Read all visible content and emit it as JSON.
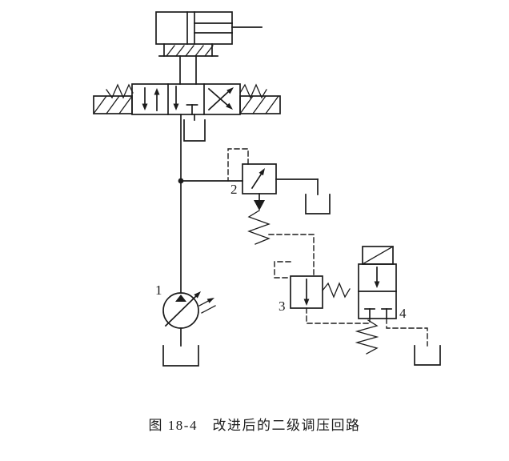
{
  "figure": {
    "caption": "图 18-4　改进后的二级调压回路",
    "labels": {
      "pump": "1",
      "relief_valve": "2",
      "remote_valve": "3",
      "pilot_valve": "4"
    }
  },
  "colors": {
    "ink": "#1c1c1c",
    "background": "#ffffff"
  }
}
